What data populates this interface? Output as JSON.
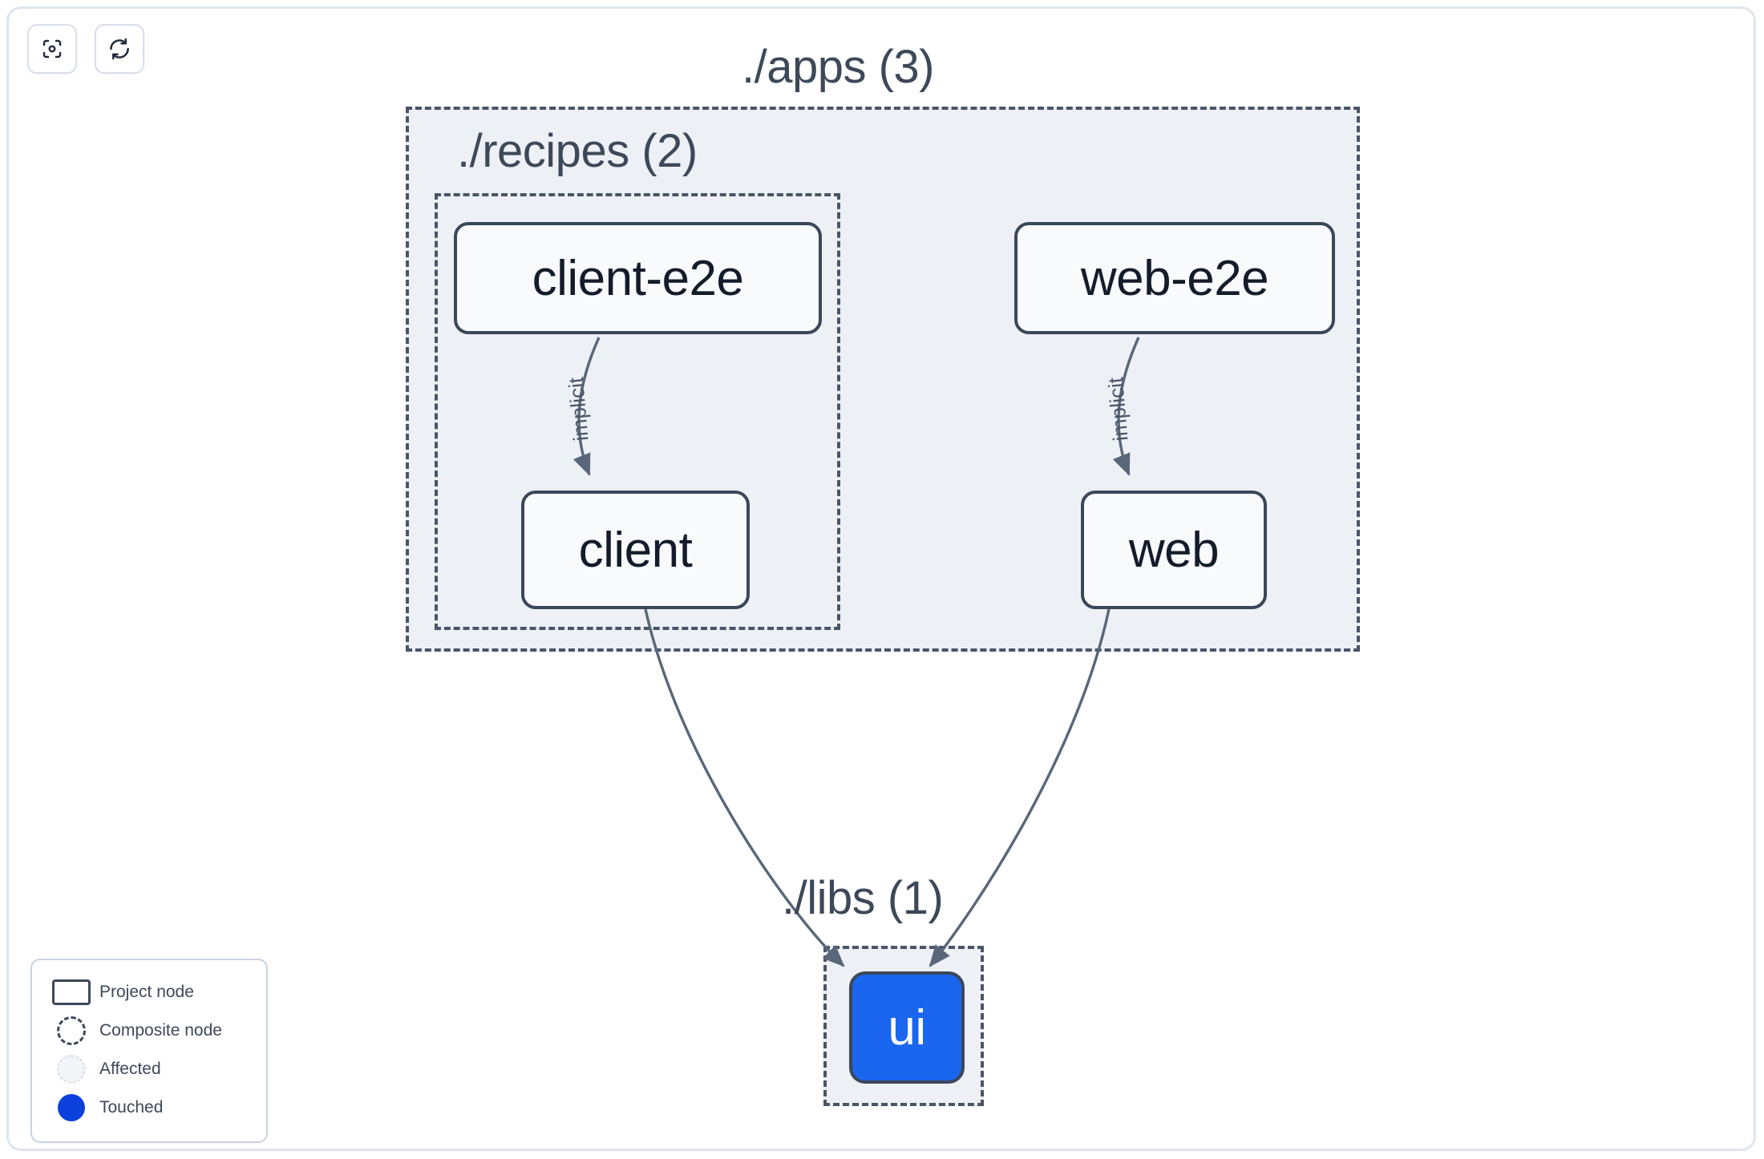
{
  "toolbar": {
    "buttons": [
      {
        "name": "focus-view-button",
        "icon": "focus-target-icon",
        "title": "Focus view"
      },
      {
        "name": "refresh-button",
        "icon": "refresh-icon",
        "title": "Refresh"
      }
    ]
  },
  "graph": {
    "groups": [
      {
        "id": "apps",
        "label": "./apps (3)",
        "count": 3
      },
      {
        "id": "recipes",
        "label": "./recipes (2)",
        "count": 2
      },
      {
        "id": "libs",
        "label": "./libs (1)",
        "count": 1
      }
    ],
    "nodes": [
      {
        "id": "client-e2e",
        "label": "client-e2e",
        "group": "recipes",
        "state": "normal"
      },
      {
        "id": "web-e2e",
        "label": "web-e2e",
        "group": "apps",
        "state": "normal"
      },
      {
        "id": "client",
        "label": "client",
        "group": "recipes",
        "state": "normal"
      },
      {
        "id": "web",
        "label": "web",
        "group": "apps",
        "state": "normal"
      },
      {
        "id": "ui",
        "label": "ui",
        "group": "libs",
        "state": "touched"
      }
    ],
    "edges": [
      {
        "from": "client-e2e",
        "to": "client",
        "label": "implicit"
      },
      {
        "from": "web-e2e",
        "to": "web",
        "label": "implicit"
      },
      {
        "from": "client",
        "to": "ui",
        "label": ""
      },
      {
        "from": "web",
        "to": "ui",
        "label": ""
      }
    ]
  },
  "legend": {
    "items": [
      {
        "swatch": "project-node-swatch",
        "label": "Project node"
      },
      {
        "swatch": "composite-node-swatch",
        "label": "Composite node"
      },
      {
        "swatch": "affected-swatch",
        "label": "Affected"
      },
      {
        "swatch": "touched-swatch",
        "label": "Touched"
      }
    ]
  },
  "colors": {
    "touched": "#1a66ee",
    "legend_touched": "#0b40dd",
    "node_border": "#3b4759",
    "node_fill": "#f8fafc",
    "group_fill": "#edf0f5",
    "group_border": "#4a5568",
    "edge": "#5a6679",
    "text": "#3d4859",
    "canvas_border": "#dfe5ee"
  }
}
